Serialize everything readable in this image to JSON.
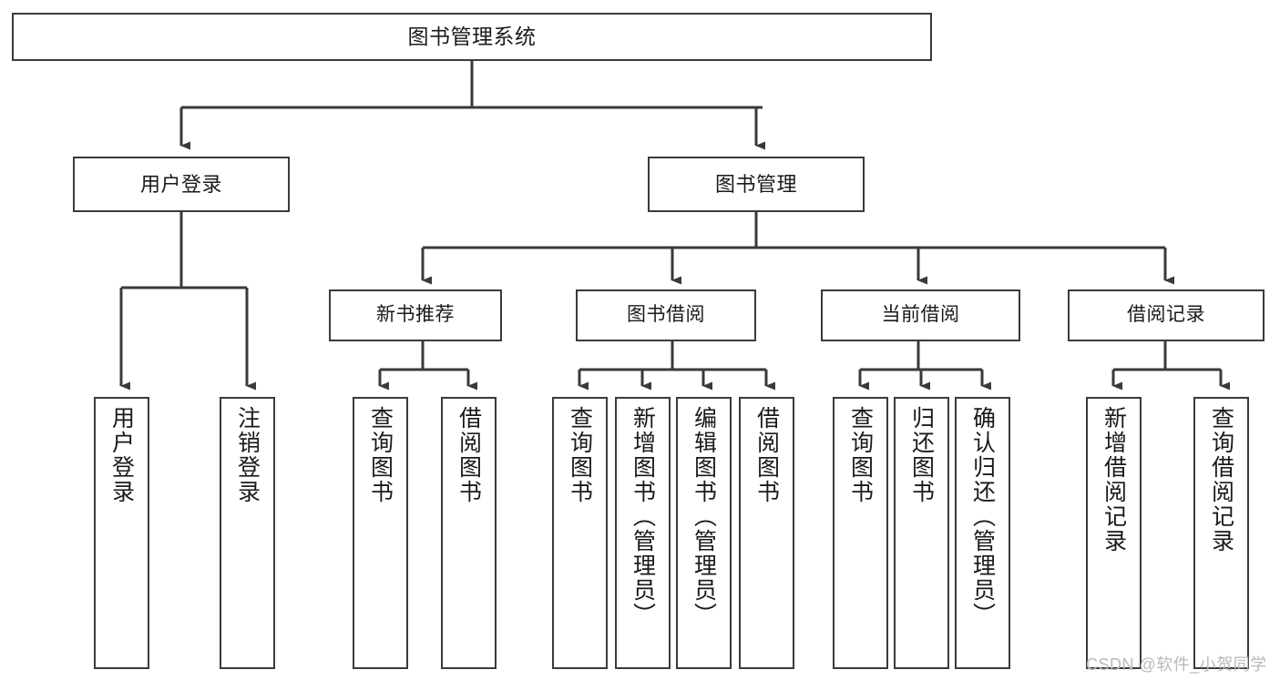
{
  "diagram": {
    "title": "图书管理系统",
    "root": {
      "label": "图书管理系统"
    },
    "level1": [
      {
        "label": "用户登录"
      },
      {
        "label": "图书管理"
      }
    ],
    "level2": [
      {
        "label": "新书推荐"
      },
      {
        "label": "图书借阅"
      },
      {
        "label": "当前借阅"
      },
      {
        "label": "借阅记录"
      }
    ],
    "leaves": {
      "user_login": [
        {
          "label": "用户登录"
        },
        {
          "label": "注销登录"
        }
      ],
      "new_book_recommend": [
        {
          "label": "查询图书"
        },
        {
          "label": "借阅图书"
        }
      ],
      "book_borrow": [
        {
          "label": "查询图书"
        },
        {
          "label": "新增图书（管理员）"
        },
        {
          "label": "编辑图书（管理员）"
        },
        {
          "label": "借阅图书"
        }
      ],
      "current_borrow": [
        {
          "label": "查询图书"
        },
        {
          "label": "归还图书"
        },
        {
          "label": "确认归还（管理员）"
        }
      ],
      "borrow_record": [
        {
          "label": "新增借阅记录"
        },
        {
          "label": "查询借阅记录"
        }
      ]
    }
  },
  "watermark": {
    "text": "CSDN @软件_小贺同学"
  },
  "colors": {
    "stroke": "#3a3a3a",
    "background": "#ffffff",
    "text": "#1a1a1a",
    "watermark": "#b9b9b9"
  }
}
